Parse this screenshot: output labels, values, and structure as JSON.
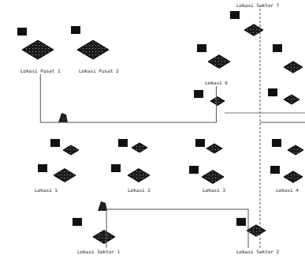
{
  "diagram": {
    "nodes": [
      {
        "text": [
          "Lokasi Pusat 1"
        ]
      },
      {
        "text": [
          "Lokasi Pusat 2"
        ]
      },
      {
        "text": [
          "Lokasi Sektor 7"
        ]
      },
      {
        "text": [
          "Lokasi 6"
        ]
      },
      {
        "text": [
          "Lokasi 1"
        ]
      },
      {
        "text": [
          "Lokasi 2"
        ]
      },
      {
        "text": [
          "Lokasi 3"
        ]
      },
      {
        "text": [
          "Lokasi 4"
        ]
      },
      {
        "text": [
          "Lokasi Sektor 1"
        ]
      },
      {
        "text": [
          "Lokasi Sektor 2"
        ]
      }
    ],
    "edges": [
      {
        "from": 0,
        "to": 3,
        "arrow": "none"
      },
      {
        "from": 2,
        "to": 9,
        "arrow": "none"
      },
      {
        "from": 8,
        "to": 9,
        "arrow": "none"
      }
    ]
  }
}
